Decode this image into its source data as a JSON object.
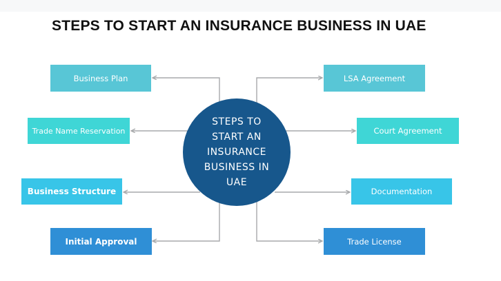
{
  "title": "STEPS TO START AN INSURANCE BUSINESS IN UAE",
  "center": {
    "text": "STEPS TO START AN INSURANCE BUSINESS IN UAE",
    "color": "#17578c"
  },
  "left_steps": [
    {
      "label": "Business Plan",
      "color": "#58c6d6"
    },
    {
      "label": "Trade Name Reservation",
      "color": "#3fd6d6"
    },
    {
      "label": "Business Structure",
      "color": "#38c5e8"
    },
    {
      "label": "Initial Approval",
      "color": "#2f8fd6"
    }
  ],
  "right_steps": [
    {
      "label": "LSA Agreement",
      "color": "#58c6d6"
    },
    {
      "label": "Court Agreement",
      "color": "#3fd6d6"
    },
    {
      "label": "Documentation",
      "color": "#38c5e8"
    },
    {
      "label": "Trade License",
      "color": "#2f8fd6"
    }
  ],
  "connector_color": "#a7a9ab"
}
